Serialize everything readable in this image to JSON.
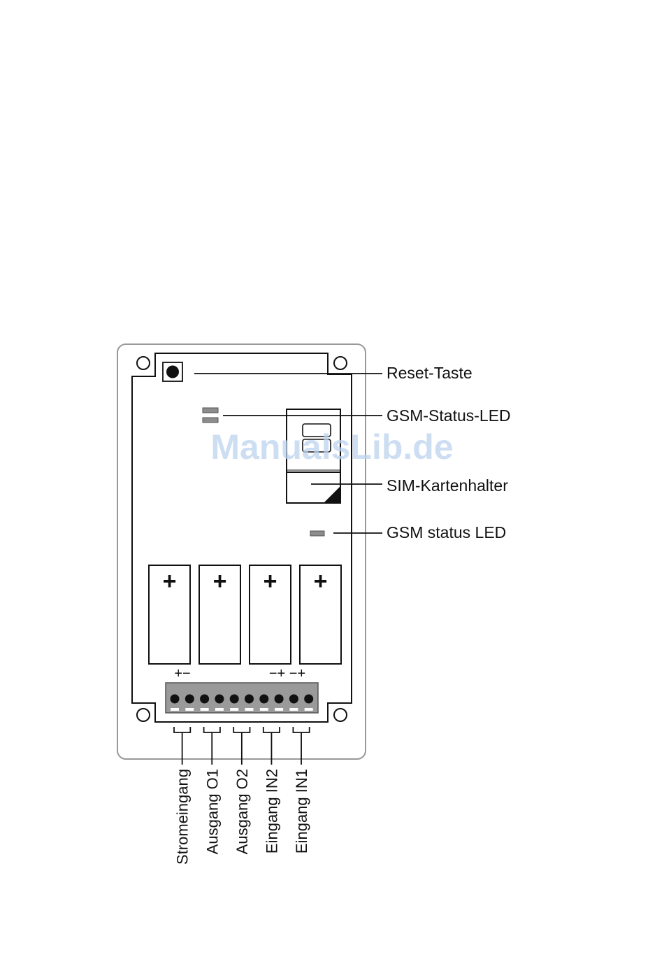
{
  "labels": {
    "reset": "Reset-Taste",
    "gsm_status_led_1": "GSM-Status-LED",
    "sim_holder": "SIM-Kartenhalter",
    "gsm_status_led_2": "GSM status LED"
  },
  "polarity": {
    "power": "+−",
    "inputs": "−+ −+"
  },
  "battery_symbol": "+",
  "terminals": [
    {
      "label": "Stromeingang"
    },
    {
      "label": "Ausgang O1"
    },
    {
      "label": "Ausgang O2"
    },
    {
      "label": "Eingang IN2"
    },
    {
      "label": "Eingang IN1"
    }
  ],
  "watermark": "ManualsLib.de",
  "colors": {
    "line": "#111111",
    "outer_border": "#999999",
    "terminal_block": "#9a9a9a",
    "led": "#8c8c8c",
    "watermark": "#bcd3ee"
  }
}
